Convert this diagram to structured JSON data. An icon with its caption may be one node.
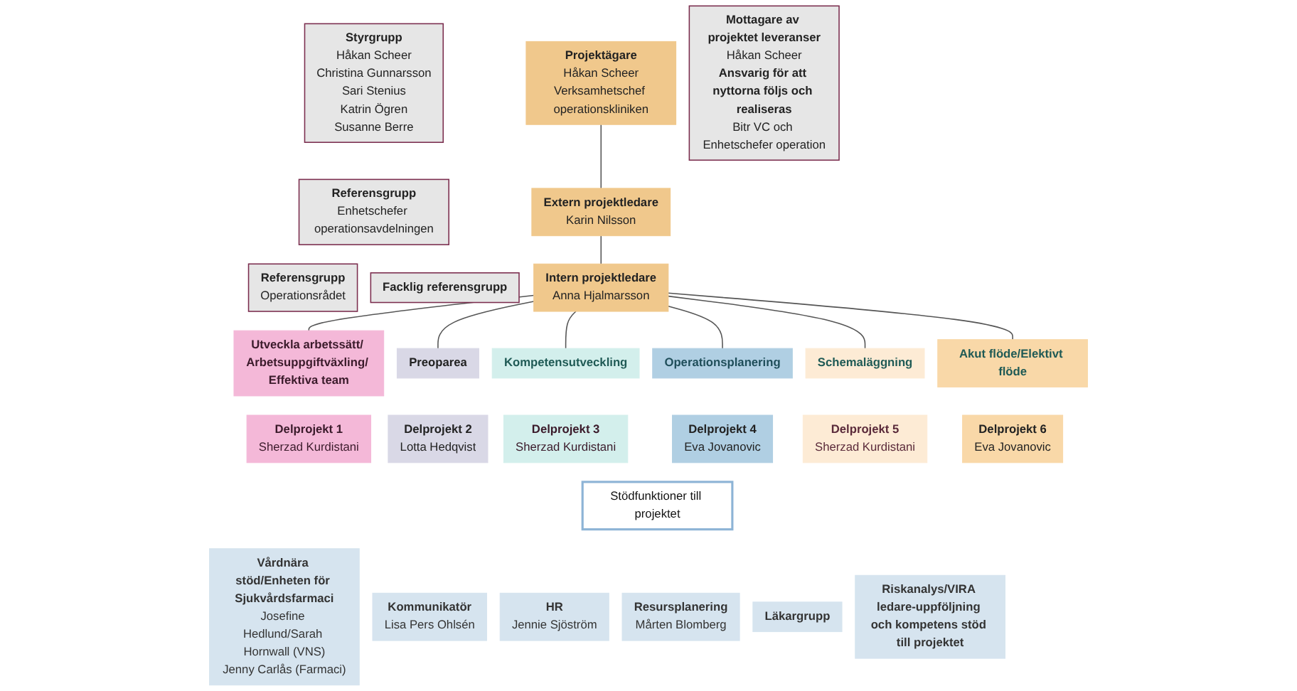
{
  "diagram": {
    "nodes": [
      {
        "text": [
          "Styrgrupp",
          "Håkan Scheer",
          "Christina Gunnarsson",
          "Sari Stenius",
          "Katrin Ögren",
          "Susanne Berre"
        ]
      },
      {
        "text": [
          "Referensgrupp",
          "Enhetschefer operationsavdelningen"
        ]
      },
      {
        "text": [
          "Referensgrupp",
          "Operationsrådet"
        ]
      },
      {
        "text": [
          "Facklig referensgrupp"
        ]
      },
      {
        "text": [
          "Projektägare",
          "Håkan Scheer",
          "Verksamhetschef operationskliniken"
        ]
      },
      {
        "text": [
          "Extern projektledare",
          "Karin Nilsson"
        ]
      },
      {
        "text": [
          "Intern projektledare",
          "Anna Hjalmarsson"
        ]
      },
      {
        "text": [
          "Mottagare av projektet leveranser",
          "Håkan Scheer",
          "Ansvarig för att nyttorna följs och realiseras",
          "Bitr VC och Enhetschefer operation"
        ]
      },
      {
        "text": [
          "Utveckla arbetssätt/ Arbetsuppgiftväxling/ Effektiva team"
        ]
      },
      {
        "text": [
          "Preoparea"
        ]
      },
      {
        "text": [
          "Kompetensutveckling"
        ]
      },
      {
        "text": [
          "Operationsplanering"
        ]
      },
      {
        "text": [
          "Schemaläggning"
        ]
      },
      {
        "text": [
          "Akut flöde/Elektivt flöde"
        ]
      },
      {
        "text": [
          "Delprojekt 1",
          "Sherzad Kurdistani"
        ]
      },
      {
        "text": [
          "Delprojekt 2",
          "Lotta Hedqvist"
        ]
      },
      {
        "text": [
          "Delprojekt 3",
          "Sherzad Kurdistani"
        ]
      },
      {
        "text": [
          "Delprojekt 4",
          "Eva Jovanovic"
        ]
      },
      {
        "text": [
          "Delprojekt 5",
          "Sherzad Kurdistani"
        ]
      },
      {
        "text": [
          "Delprojekt 6",
          "Eva Jovanovic"
        ]
      },
      {
        "text": [
          "Stödfunktioner till projektet"
        ]
      },
      {
        "text": [
          "Vårdnära stöd/Enheten för Sjukvårdsfarmaci",
          "Josefine Hedlund/Sarah Hornwall (VNS)",
          "Jenny Carlås (Farmaci)"
        ]
      },
      {
        "text": [
          "Kommunikatör",
          "Lisa Pers Ohlsén"
        ]
      },
      {
        "text": [
          "HR",
          "Jennie Sjöström"
        ]
      },
      {
        "text": [
          "Resursplanering",
          "Mårten Blomberg"
        ]
      },
      {
        "text": [
          "Läkargrupp"
        ]
      },
      {
        "text": [
          "Riskanalys/VIRA ledare-uppföljning och kompetens stöd till projektet"
        ]
      }
    ],
    "edges": [
      {
        "from": 4,
        "to": 5,
        "arrow": "none"
      },
      {
        "from": 5,
        "to": 6,
        "arrow": "none"
      },
      {
        "from": 6,
        "to": 8,
        "arrow": "none"
      },
      {
        "from": 6,
        "to": 9,
        "arrow": "none"
      },
      {
        "from": 6,
        "to": 10,
        "arrow": "none"
      },
      {
        "from": 6,
        "to": 11,
        "arrow": "none"
      },
      {
        "from": 6,
        "to": 12,
        "arrow": "none"
      },
      {
        "from": 6,
        "to": 13,
        "arrow": "none"
      }
    ]
  }
}
